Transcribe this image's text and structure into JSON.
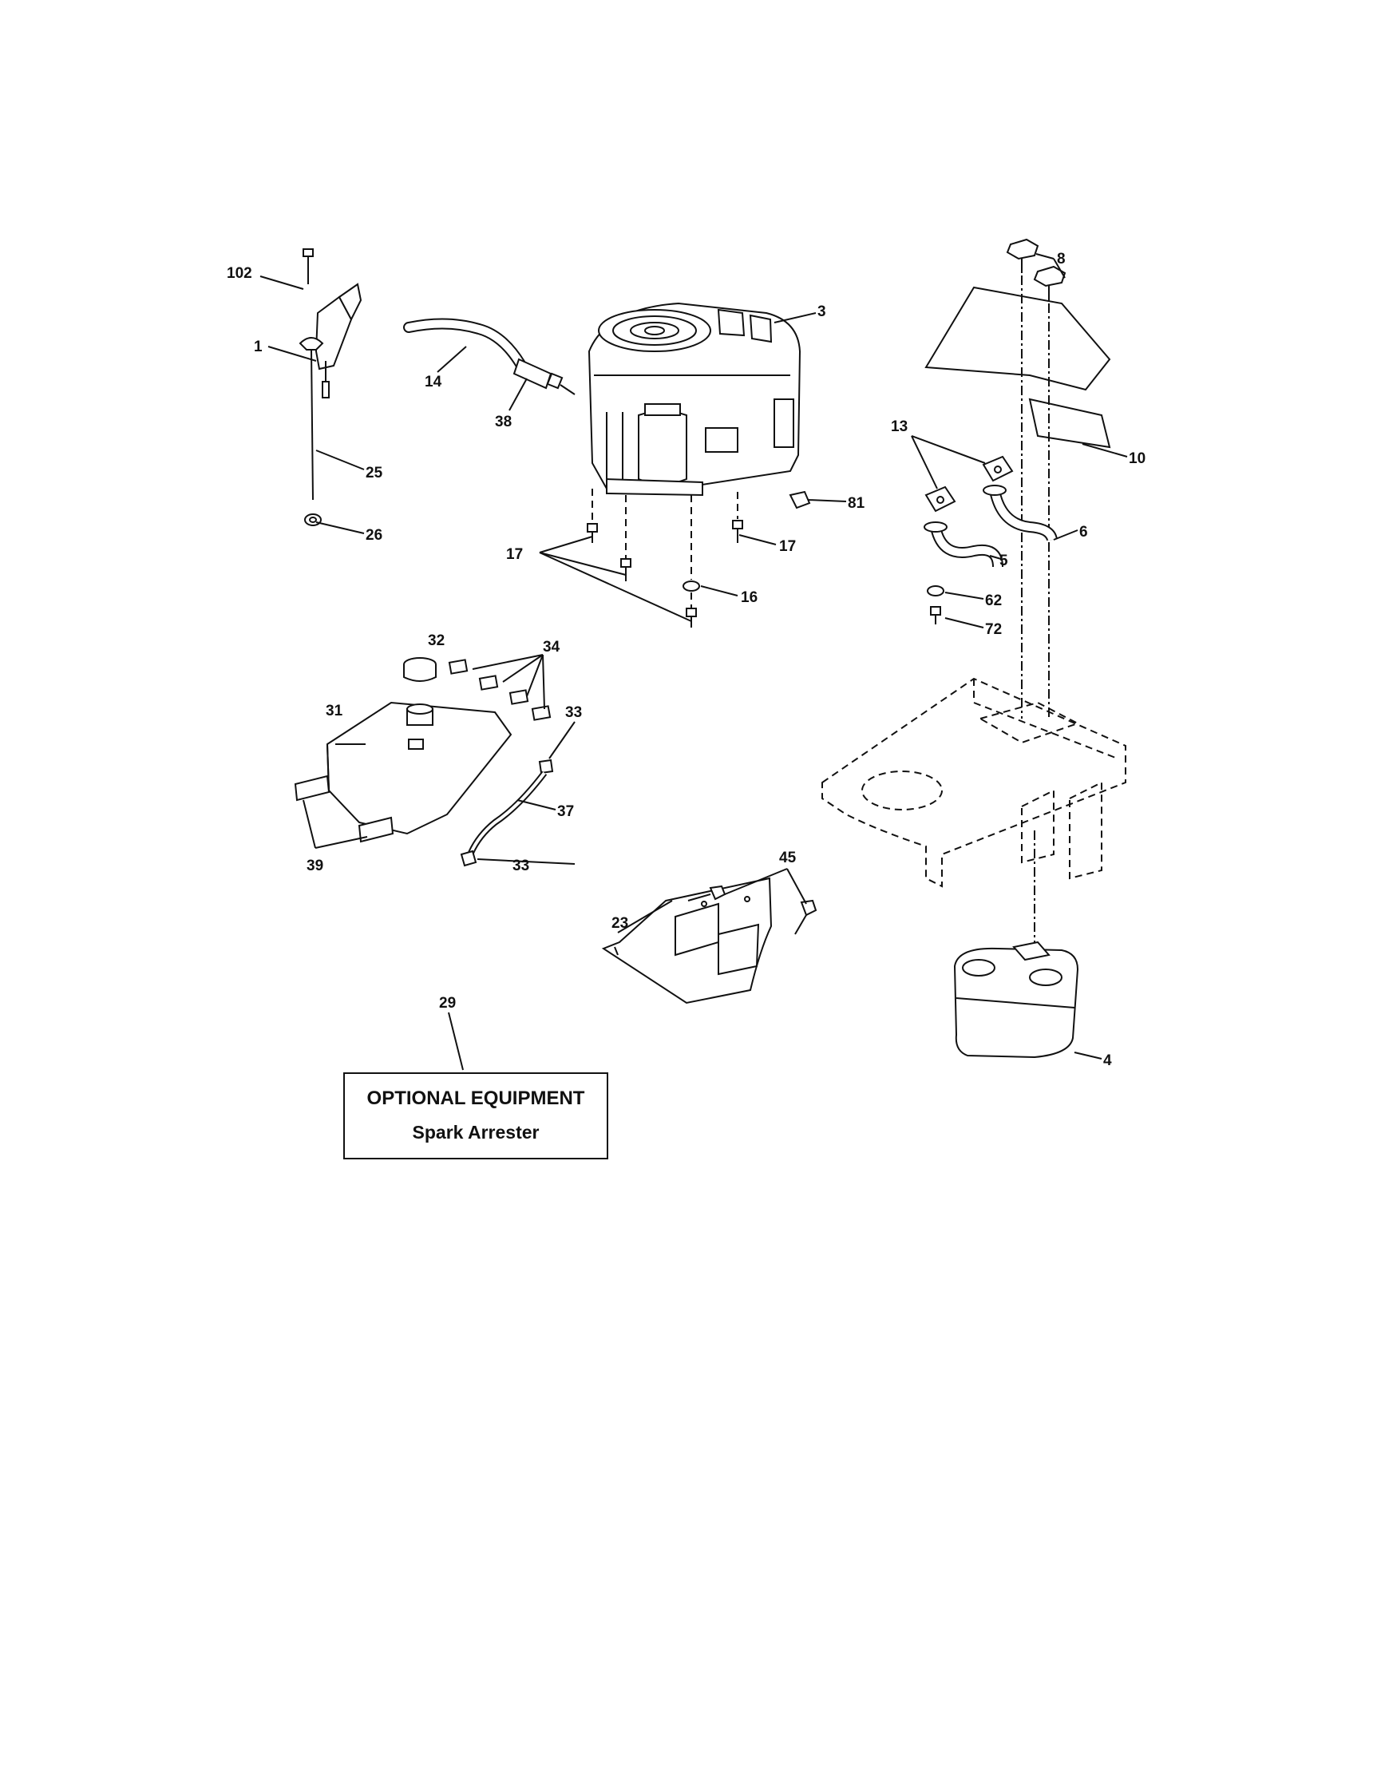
{
  "callouts": {
    "c102": "102",
    "c1": "1",
    "c14": "14",
    "c3": "3",
    "c38": "38",
    "c25": "25",
    "c26": "26",
    "c81": "81",
    "c17a": "17",
    "c17b": "17",
    "c16": "16",
    "c8": "8",
    "c13": "13",
    "c10": "10",
    "c6": "6",
    "c5": "5",
    "c62": "62",
    "c72": "72",
    "c32": "32",
    "c34": "34",
    "c31": "31",
    "c33a": "33",
    "c33b": "33",
    "c37": "37",
    "c39": "39",
    "c45": "45",
    "c23": "23",
    "c29": "29",
    "c4": "4"
  },
  "optional": {
    "title": "OPTIONAL EQUIPMENT",
    "subtitle": "Spark Arrester"
  }
}
